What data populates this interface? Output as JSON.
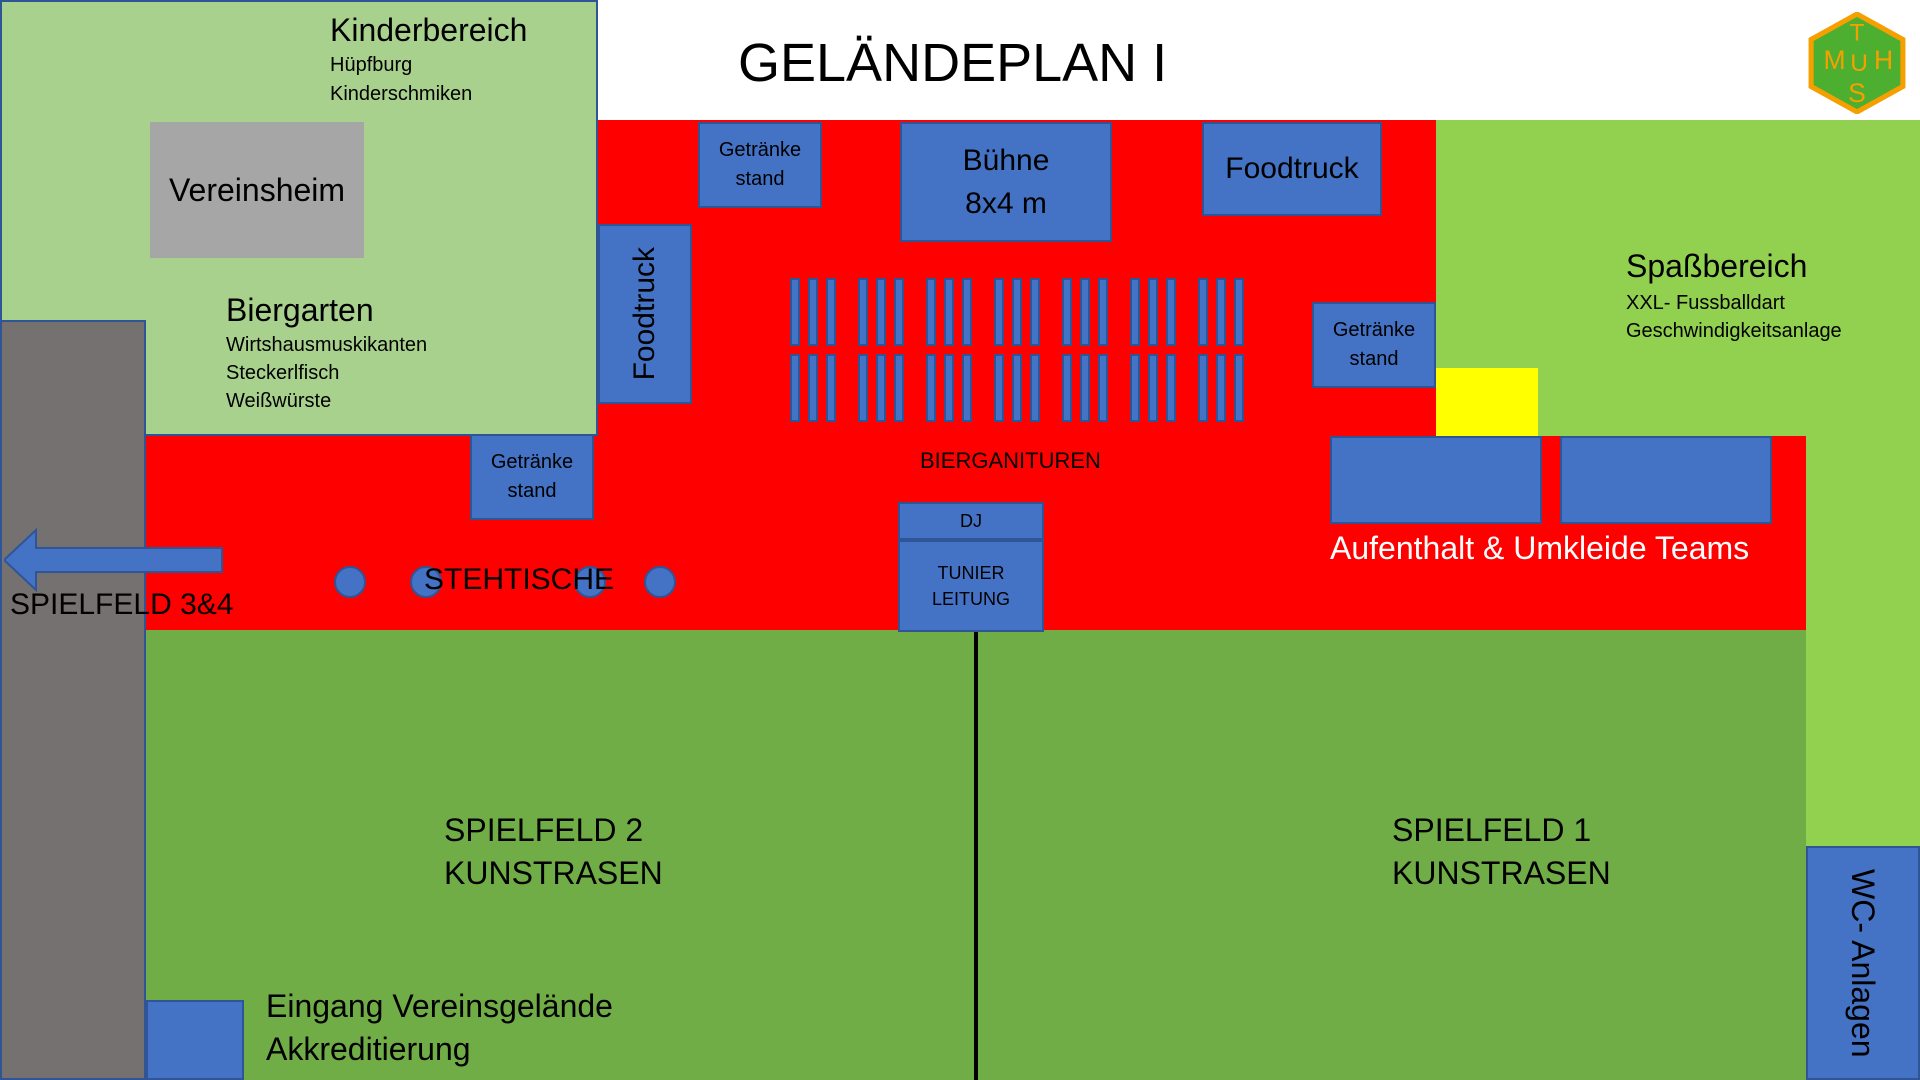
{
  "title": "GELÄNDEPLAN I",
  "logo": {
    "letters": [
      "T",
      "M",
      "U",
      "H",
      "S"
    ],
    "icon": "club-hexagon-logo",
    "colors": {
      "fill": "#4caf2f",
      "border": "#f5a000"
    }
  },
  "kinderbereich": {
    "title": "Kinderbereich",
    "items": [
      "Hüpfburg",
      "Kinderschmiken"
    ]
  },
  "vereinsheim": "Vereinsheim",
  "biergarten": {
    "title": "Biergarten",
    "items": [
      "Wirtshausmuskikanten",
      "Steckerlfisch",
      "Weißwürste"
    ]
  },
  "stands": {
    "getraenke_label": "Getränke\nstand",
    "foodtruck_label": "Foodtruck",
    "buehne_label": "Bühne\n8x4 m",
    "dj_label": "DJ",
    "turnier_label": "TUNIER\nLEITUNG"
  },
  "bierganituren": {
    "label": "BIERGANITUREN",
    "rows": 2,
    "cols": 7
  },
  "stehtische": {
    "label": "STEHTISCHE",
    "count": 4
  },
  "spielfeld_34": {
    "label": "SPIELFELD 3&4",
    "icon": "arrow-left-icon"
  },
  "spassbereich": {
    "title": "Spaßbereich",
    "items": [
      "XXL- Fussballdart",
      "Geschwindigkeitsanlage"
    ]
  },
  "teams": {
    "label": "Aufenthalt & Umkleide Teams"
  },
  "spielfeld_2": {
    "line1": "SPIELFELD 2",
    "line2": "KUNSTRASEN"
  },
  "spielfeld_1": {
    "line1": "SPIELFELD 1",
    "line2": "KUNSTRASEN"
  },
  "wc": "WC- Anlagen",
  "eingang": {
    "line1": "Eingang Vereinsgelände",
    "line2": "Akkreditierung"
  },
  "colors": {
    "red_zone": "#ff0000",
    "kids_zone": "#a9d18e",
    "fun_zone": "#92d050",
    "field": "#70ad47",
    "stand": "#4472c4",
    "path": "#767171",
    "building": "#a6a6a6",
    "highlight": "#ffff00"
  }
}
